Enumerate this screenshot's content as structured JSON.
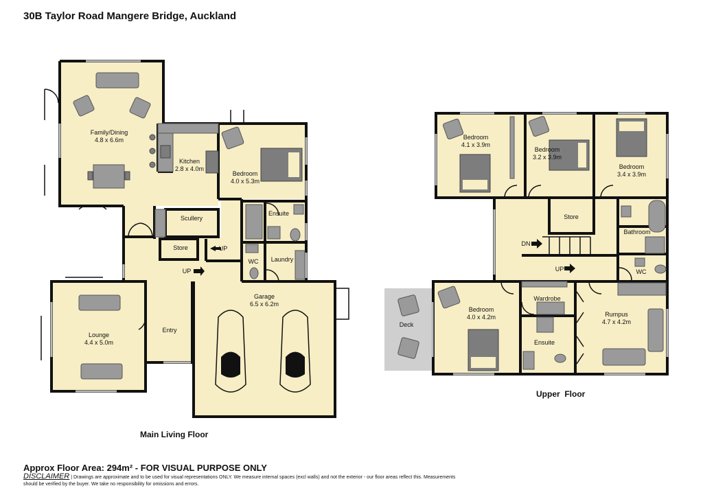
{
  "title": "30B Taylor Road Mangere Bridge, Auckland",
  "floors": {
    "main": "Main Living Floor",
    "upper": "Upper  Floor"
  },
  "rooms": {
    "family_dining": {
      "name": "Family/Dining",
      "size": "4.8 x 6.6m"
    },
    "kitchen": {
      "name": "Kitchen",
      "size": "2.8 x 4.0m"
    },
    "bedroom_main": {
      "name": "Bedroom",
      "size": "4.0 x 5.3m"
    },
    "scullery": {
      "name": "Scullery"
    },
    "ensuite_main": {
      "name": "Ensuite"
    },
    "store_main": {
      "name": "Store"
    },
    "wc_main": {
      "name": "WC"
    },
    "laundry": {
      "name": "Laundry"
    },
    "garage": {
      "name": "Garage",
      "size": "6.5 x 6.2m"
    },
    "lounge": {
      "name": "Lounge",
      "size": "4.4 x 5.0m"
    },
    "entry": {
      "name": "Entry"
    },
    "up_1": {
      "name": "UP"
    },
    "up_2": {
      "name": "UP"
    },
    "bedroom_u1": {
      "name": "Bedroom",
      "size": "4.1 x 3.9m"
    },
    "bedroom_u2": {
      "name": "Bedroom",
      "size": "3.2 x 3.9m"
    },
    "bedroom_u3": {
      "name": "Bedroom",
      "size": "3.4 x 3.9m"
    },
    "store_upper": {
      "name": "Store"
    },
    "bathroom": {
      "name": "Bathroom"
    },
    "dn": {
      "name": "DN"
    },
    "up_3": {
      "name": "UP"
    },
    "wc_upper": {
      "name": "WC"
    },
    "bedroom_u4": {
      "name": "Bedroom",
      "size": "4.0 x 4.2m"
    },
    "wardrobe": {
      "name": "Wardrobe"
    },
    "ensuite_upper": {
      "name": "Ensuite"
    },
    "rumpus": {
      "name": "Rumpus",
      "size": "4.7 x 4.2m"
    },
    "deck": {
      "name": "Deck"
    }
  },
  "footer": {
    "area": "Approx Floor Area: 294m² - FOR VISUAL PURPOSE ONLY",
    "disclaimer_label": "DISCLAIMER",
    "disclaimer_text": " | Drawings are approximate and to be used for visual representations ONLY. We measure internal spaces (excl walls) and not the exterior - our floor areas reflect this. Measurements should be verified by the buyer. We take no responsibility for omissions and errors."
  },
  "colors": {
    "room_fill": "#f7eec6",
    "wall": "#111111",
    "furniture": "#9a9a9a",
    "deck": "#cfcfcf"
  }
}
